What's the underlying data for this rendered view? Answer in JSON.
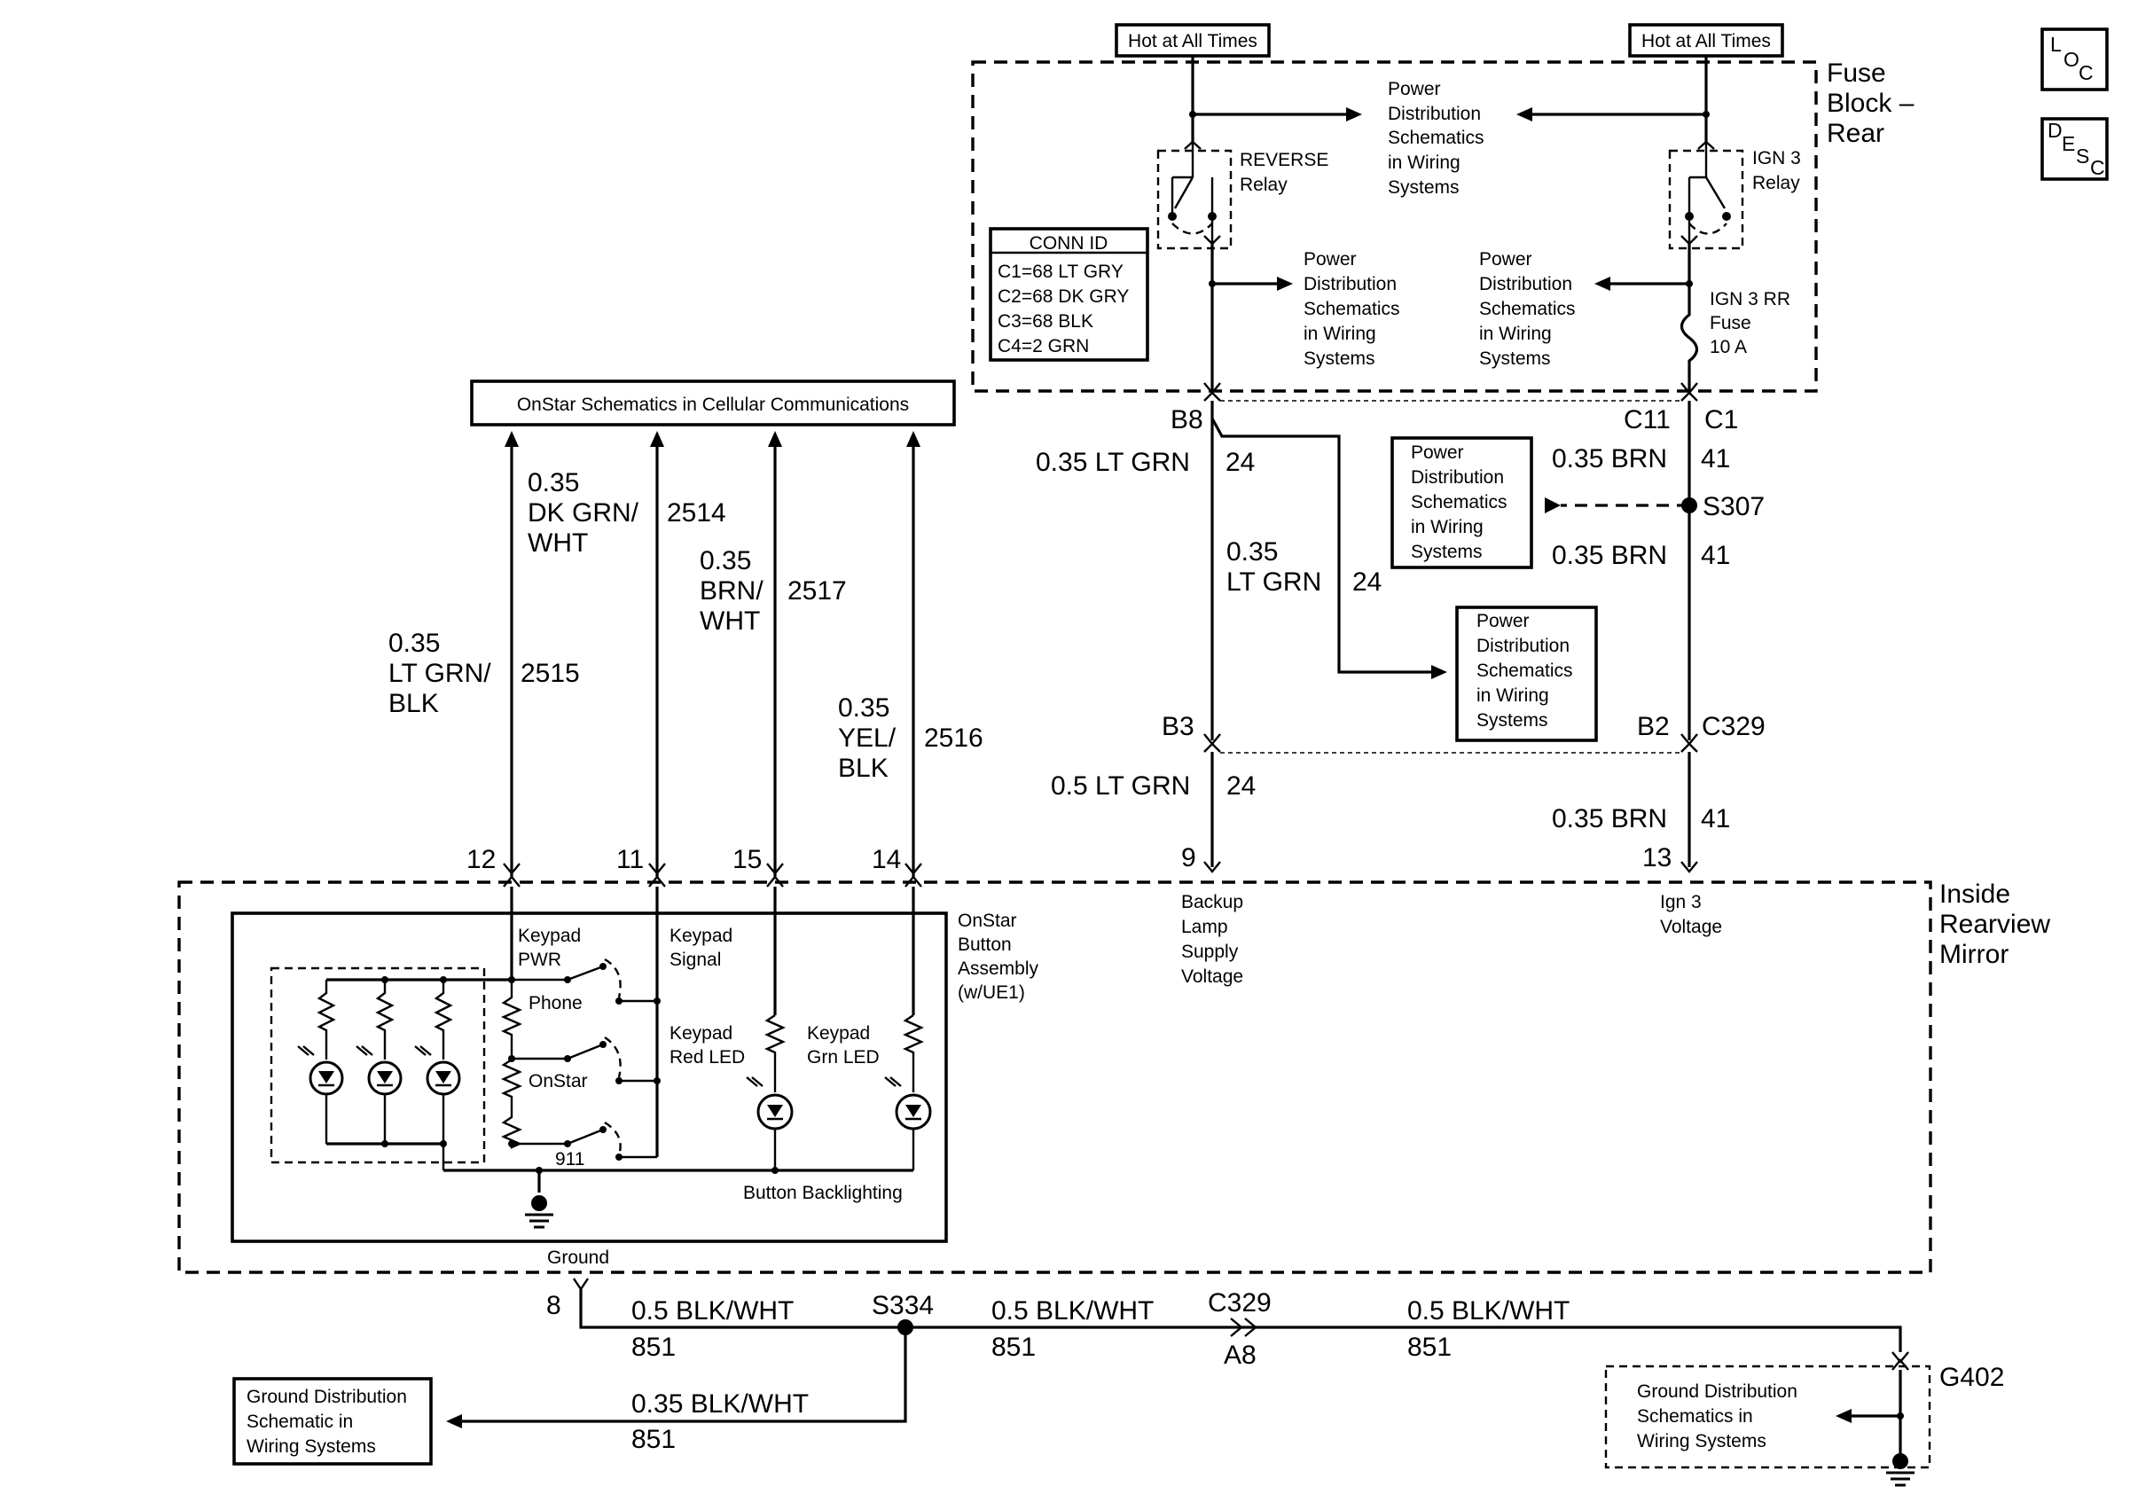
{
  "hot_left": "Hot at All Times",
  "hot_right": "Hot at All Times",
  "fuse_block": [
    "Fuse",
    "Block –",
    "Rear"
  ],
  "loc_badge": [
    "L",
    "O",
    "C"
  ],
  "desc_badge": [
    "D",
    "E",
    "S",
    "C"
  ],
  "pd_top": [
    "Power",
    "Distribution",
    "Schematics",
    "in Wiring",
    "Systems"
  ],
  "reverse_relay": [
    "REVERSE",
    "Relay"
  ],
  "ign3_relay": [
    "IGN 3",
    "Relay"
  ],
  "conn_id": {
    "title": "CONN ID",
    "rows": [
      "C1=68 LT GRY",
      "C2=68 DK GRY",
      "C3=68 BLK",
      "C4=2 GRN"
    ]
  },
  "pd_mid_left": [
    "Power",
    "Distribution",
    "Schematics",
    "in Wiring",
    "Systems"
  ],
  "pd_mid_right": [
    "Power",
    "Distribution",
    "Schematics",
    "in Wiring",
    "Systems"
  ],
  "ign3_fuse": [
    "IGN 3 RR",
    "Fuse",
    "10 A"
  ],
  "onstar_box": "OnStar Schematics in Cellular Communications",
  "connectors": {
    "b8": "B8",
    "c11": "C11",
    "c1": "C1",
    "b3": "B3",
    "b2": "B2",
    "c329_top": "C329",
    "s307": "S307",
    "s334": "S334",
    "c329_bottom": "C329",
    "a8": "A8",
    "g402": "G402"
  },
  "wires": {
    "w2515": [
      "0.35",
      "LT GRN/",
      "BLK"
    ],
    "c2515": "2515",
    "w2514": [
      "0.35",
      "DK GRN/",
      "WHT"
    ],
    "c2514": "2514",
    "w2517": [
      "0.35",
      "BRN/",
      "WHT"
    ],
    "c2517": "2517",
    "w2516": [
      "0.35",
      "YEL/",
      "BLK"
    ],
    "c2516": "2516",
    "ltgrn24_a": "0.35 LT GRN",
    "c24_a": "24",
    "ltgrn24_b": [
      "0.35",
      "LT GRN"
    ],
    "c24_b": "24",
    "ltgrn24_c": "0.5 LT GRN",
    "c24_c": "24",
    "brn41_a": "0.35 BRN",
    "c41_a": "41",
    "brn41_b": "0.35 BRN",
    "c41_b": "41",
    "brn41_c": "0.35 BRN",
    "c41_c": "41",
    "blkwht_1": "0.5 BLK/WHT",
    "c851_1": "851",
    "blkwht_2": "0.5 BLK/WHT",
    "c851_2": "851",
    "blkwht_3": "0.5 BLK/WHT",
    "c851_3": "851",
    "blkwht_4": "0.35 BLK/WHT",
    "c851_4": "851"
  },
  "pd_small": [
    "Power",
    "Distribution",
    "Schematics",
    "in Wiring",
    "Systems"
  ],
  "pd_lower": [
    "Power",
    "Distribution",
    "Schematics",
    "in Wiring",
    "Systems"
  ],
  "pins": {
    "p12": "12",
    "p11": "11",
    "p15": "15",
    "p14": "14",
    "p9": "9",
    "p13": "13",
    "p8": "8"
  },
  "mirror_title": [
    "Inside",
    "Rearview",
    "Mirror"
  ],
  "backup_lamp": [
    "Backup",
    "Lamp",
    "Supply",
    "Voltage"
  ],
  "ign3_voltage": [
    "Ign 3",
    "Voltage"
  ],
  "onstar_assembly": [
    "OnStar",
    "Button",
    "Assembly",
    "(w/UE1)"
  ],
  "keypad_pwr": [
    "Keypad",
    "PWR"
  ],
  "keypad_signal": [
    "Keypad",
    "Signal"
  ],
  "keypad_red": [
    "Keypad",
    "Red LED"
  ],
  "keypad_grn": [
    "Keypad",
    "Grn LED"
  ],
  "sw_phone": "Phone",
  "sw_onstar": "OnStar",
  "sw_911": "911",
  "button_backlighting": "Button Backlighting",
  "ground_label": "Ground",
  "gd_left": [
    "Ground Distribution",
    "Schematic in",
    "Wiring Systems"
  ],
  "gd_right": [
    "Ground Distribution",
    "Schematics in",
    "Wiring Systems"
  ]
}
